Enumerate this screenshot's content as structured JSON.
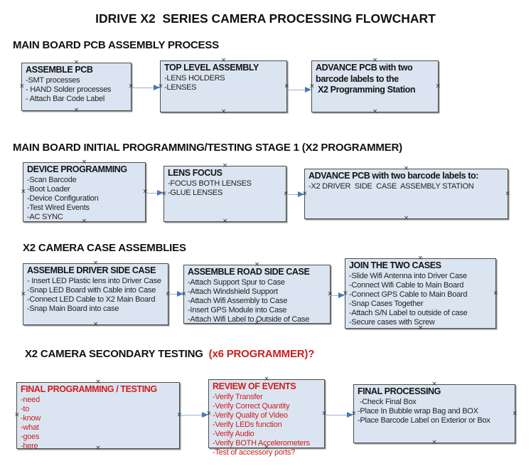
{
  "title": "IDRIVE X2  SERIES CAMERA PROCESSING FLOWCHART",
  "colors": {
    "box_fill": "#dbe5f1",
    "box_border": "#4c4c4c",
    "connector_line": "#95b3d7",
    "connector_arrowhead": "#4877b8",
    "red_text": "#cc1e1e",
    "black_text": "#111111",
    "background": "#ffffff"
  },
  "sections": [
    {
      "heading": "MAIN BOARD PCB ASSEMBLY PROCESS",
      "heading_red": "",
      "boxes": [
        {
          "title": "ASSEMBLE PCB",
          "items": [
            "-SMT processes",
            "- HAND Solder processes",
            "- Attach Bar Code Label"
          ]
        },
        {
          "title": "TOP LEVEL ASSEMBLY",
          "items": [
            "-LENS HOLDERS",
            "-LENSES"
          ]
        },
        {
          "title": "ADVANCE PCB with two",
          "items": [
            "barcode labels to the",
            " X2 Programming Station"
          ]
        }
      ]
    },
    {
      "heading": "MAIN BOARD INITIAL PROGRAMMING/TESTING STAGE 1 (X2 PROGRAMMER)",
      "heading_red": "",
      "boxes": [
        {
          "title": "DEVICE PROGRAMMING",
          "items": [
            "-Scan Barcode",
            "-Boot Loader",
            "-Device Configuration",
            "-Test Wired Events",
            "-AC SYNC"
          ]
        },
        {
          "title": "LENS FOCUS",
          "items": [
            "-FOCUS BOTH LENSES",
            "-GLUE LENSES"
          ]
        },
        {
          "title": "ADVANCE PCB with two barcode labels to:",
          "items": [
            "-X2 DRIVER  SIDE  CASE  ASSEMBLY STATION"
          ]
        }
      ]
    },
    {
      "heading": "X2 CAMERA CASE ASSEMBLIES",
      "heading_red": "",
      "boxes": [
        {
          "title": "ASSEMBLE DRIVER SIDE CASE",
          "items": [
            "- Insert LED Plastic lens into Driver Case",
            "-Snap LED Board with Cable into Case",
            "-Connect LED Cable to X2 Main Board",
            "-Snap Main Board into case"
          ]
        },
        {
          "title": "ASSEMBLE ROAD SIDE CASE",
          "items": [
            "-Attach Support Spur to Case",
            "-Attach Windshield Support",
            "-Attach Wifi Assembly to Case",
            "-Insert GPS Module into Case",
            "-Attach Wifi Label to Outside of Case"
          ]
        },
        {
          "title": "JOIN THE TWO CASES",
          "items": [
            "-Slide Wifi Antenna into Driver Case",
            "-Connect Wifi Cable to Main Board",
            "-Connect GPS Cable to Main Board",
            "-Snap Cases Together",
            "-Attach S/N Label to outside of case",
            "-Secure cases with Screw"
          ]
        }
      ]
    },
    {
      "heading": "X2 CAMERA SECONDARY TESTING ",
      "heading_red": " (x6 PROGRAMMER)?",
      "boxes": [
        {
          "title": "FINAL PROGRAMMING / TESTING",
          "items": [
            "-need",
            "-to",
            "-know",
            "-what",
            "-goes",
            "-here"
          ]
        },
        {
          "title": "REVIEW OF EVENTS",
          "items": [
            "-Verify Transfer",
            "-Verify Correct Quantity",
            "-Verify Quality of Video",
            "-Verify LEDs function",
            "-Verify Audio",
            "-Verify BOTH Accelerometers",
            "-Test of accessory ports?"
          ]
        },
        {
          "title": "FINAL PROCESSING",
          "items": [
            " -Check Final Box",
            "-Place In Bubble wrap Bag and BOX",
            "-Place Barcode Label on Exterior or Box"
          ]
        }
      ]
    }
  ]
}
